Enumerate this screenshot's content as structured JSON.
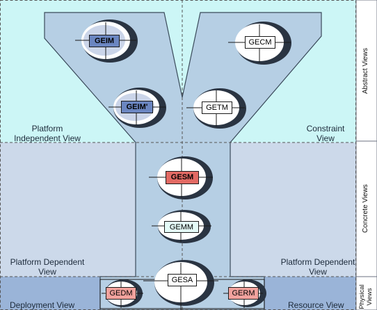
{
  "colors": {
    "abstract_band": "#ccf6f6",
    "concrete_band": "#ccd9ea",
    "physical_band": "#9ab4d8",
    "y_shape": "#b6cfe4",
    "y_shape_stroke": "#3a4a5a",
    "blue_box": "#6b86c1",
    "red_box": "#e26a64",
    "light_box": "#e4fbf8",
    "pink_box": "#f2a29d",
    "white_box": "#ffffff"
  },
  "side_labels": {
    "abstract": "Abstract Views",
    "concrete": "Concrete Views",
    "physical": "Physical Views"
  },
  "region_labels": {
    "platform_independent": "Platform Independent View",
    "constraint": "Constraint View",
    "platform_dependent_left": "Platform Dependent View",
    "platform_dependent_right": "Platform Dependent View",
    "deployment": "Deployment View",
    "resource": "Resource View"
  },
  "models": {
    "geim": "GEIM",
    "geim_prime": "GEIM'",
    "gecm": "GECM",
    "getm": "GETM",
    "gesm": "GESM",
    "gemm": "GEMM",
    "gesa": "GESA",
    "gedm": "GEDM",
    "germ": "GERM"
  }
}
